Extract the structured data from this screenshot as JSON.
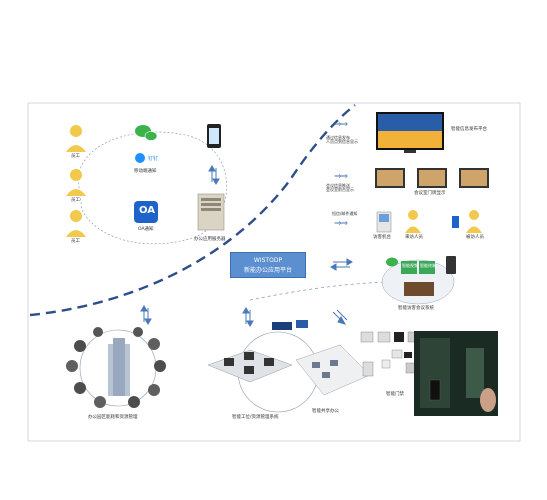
{
  "platform": {
    "title": "WISTODP",
    "subtitle": "新能办公应用平台"
  },
  "staff": [
    "员工",
    "员工",
    "员工"
  ],
  "left_section": {
    "mobile_label": "移动端通知",
    "oa_badge": "OA",
    "oa_label": "OA通知",
    "server_label": "办公应用服务器"
  },
  "right_section": {
    "video_label": "智能信息发布平台",
    "video_row_label": "通过信息发布\n人员点到信息显示",
    "meeting_row_label": "会议信息推送\n会议室前台显示",
    "screens_label": "会议室门牌显示",
    "sms_row_label": "短信/邮件通知",
    "visitor_terminal_label": "访客机台",
    "visitor_a": "来访人员",
    "visitor_b": "被访人员",
    "meeting_box_a": "智能视频",
    "meeting_box_b": "智能终端",
    "meeting_system_label": "智能访客会议系统"
  },
  "bottom_section": {
    "building_label": "办公园区能耗和资源管理",
    "workstation_label": "智能工位/资源管理系统",
    "office_label": "智能共享办公",
    "access_label": "智能门禁"
  },
  "colors": {
    "accent": "#4a78b8",
    "divider": "#2f4f8a",
    "platform": "#5b8fd0"
  }
}
